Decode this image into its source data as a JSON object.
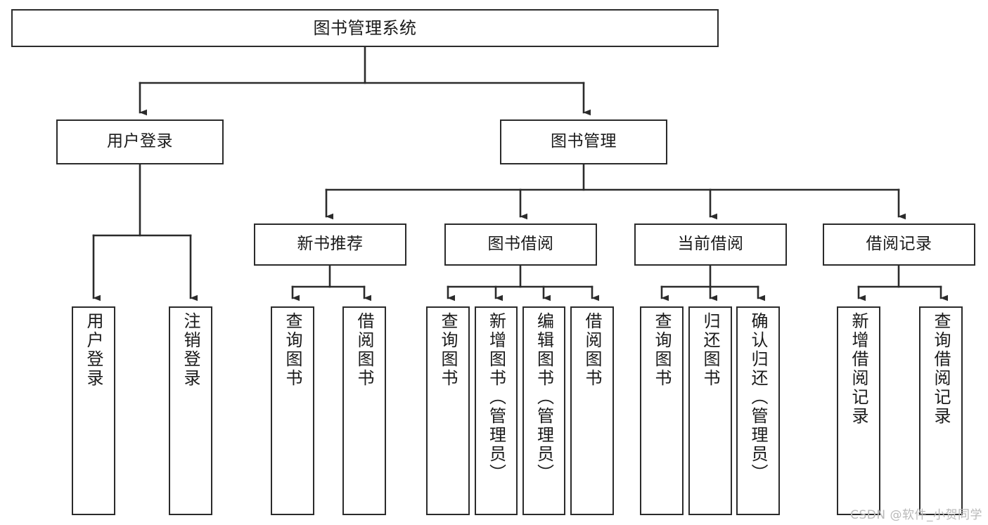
{
  "diagram": {
    "title": "图书管理系统",
    "type": "hierarchy-tree",
    "colors": {
      "box_border": "#2b2b2b",
      "box_fill": "#ffffff",
      "edge": "#2b2b2b",
      "watermark": "#b9b9b9"
    },
    "root": {
      "label": "图书管理系统"
    },
    "level2": [
      {
        "label": "用户登录"
      },
      {
        "label": "图书管理"
      }
    ],
    "level3": [
      {
        "label": "新书推荐"
      },
      {
        "label": "图书借阅"
      },
      {
        "label": "当前借阅"
      },
      {
        "label": "借阅记录"
      }
    ],
    "leaves": {
      "user_login": [
        {
          "label": "用户登录"
        },
        {
          "label": "注销登录"
        }
      ],
      "new_book": [
        {
          "label": "查询图书"
        },
        {
          "label": "借阅图书"
        }
      ],
      "book_borrow": [
        {
          "label": "查询图书"
        },
        {
          "label": "新增图书（管理员）"
        },
        {
          "label": "编辑图书（管理员）"
        },
        {
          "label": "借阅图书"
        }
      ],
      "current_borrow": [
        {
          "label": "查询图书"
        },
        {
          "label": "归还图书"
        },
        {
          "label": "确认归还（管理员）"
        }
      ],
      "borrow_record": [
        {
          "label": "新增借阅记录"
        },
        {
          "label": "查询借阅记录"
        }
      ]
    },
    "watermark": "CSDN @软件_小贺同学"
  }
}
